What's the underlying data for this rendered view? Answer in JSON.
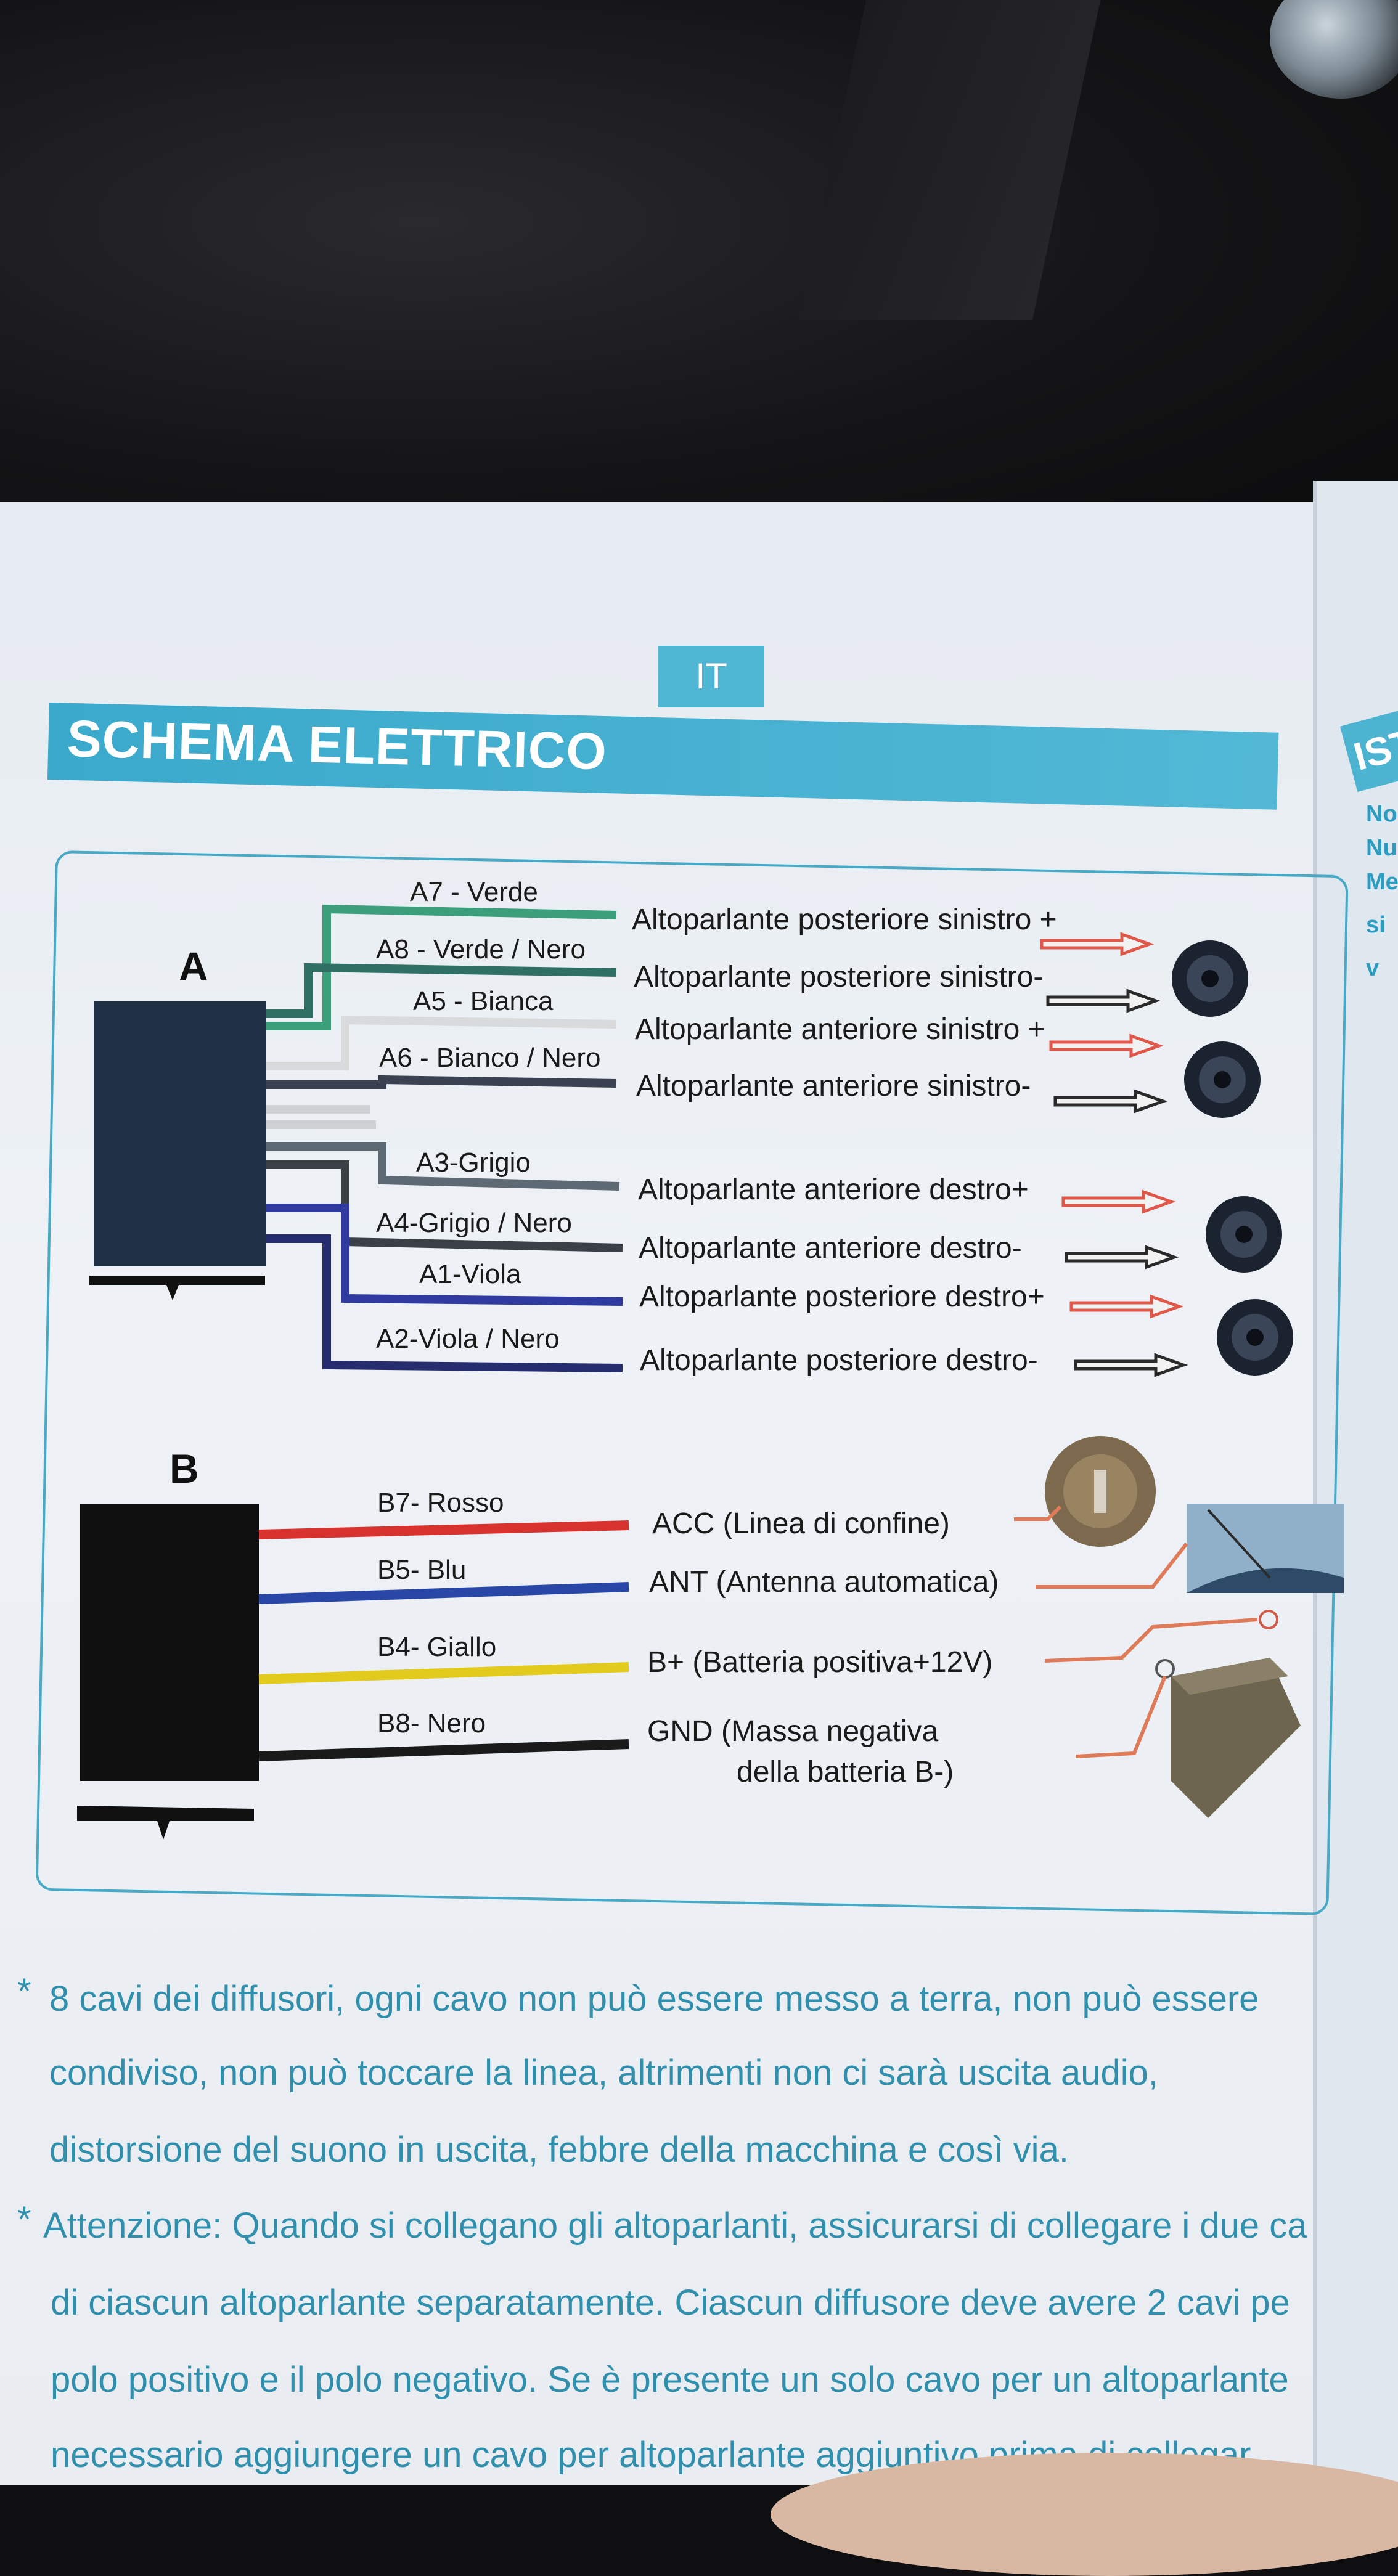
{
  "page": {
    "lang_badge": "IT",
    "title": "SCHEMA ELETTRICO"
  },
  "connector_a": {
    "letter": "A",
    "wires": [
      {
        "label": "A7 - Verde",
        "desc": "Altoparlante posteriore sinistro +",
        "color": "#3a9f7a",
        "polarity": "positive"
      },
      {
        "label": "A8 - Verde / Nero",
        "desc": "Altoparlante posteriore sinistro-",
        "color": "#2f6f64",
        "polarity": "negative"
      },
      {
        "label": "A5 - Bianca",
        "desc": "Altoparlante anteriore sinistro +",
        "color": "#d8dadc",
        "polarity": "positive"
      },
      {
        "label": "A6 - Bianco / Nero",
        "desc": "Altoparlante anteriore sinistro-",
        "color": "#3a4252",
        "polarity": "negative"
      },
      {
        "label": "A3-Grigio",
        "desc": "Altoparlante anteriore destro+",
        "color": "#5e6a73",
        "polarity": "positive"
      },
      {
        "label": "A4-Grigio / Nero",
        "desc": "Altoparlante anteriore destro-",
        "color": "#3a4046",
        "polarity": "negative"
      },
      {
        "label": "A1-Viola",
        "desc": "Altoparlante posteriore destro+",
        "color": "#2e3a9e",
        "polarity": "positive"
      },
      {
        "label": "A2-Viola / Nero",
        "desc": "Altoparlante posteriore destro-",
        "color": "#262d6e",
        "polarity": "negative"
      }
    ]
  },
  "connector_b": {
    "letter": "B",
    "wires": [
      {
        "label": "B7- Rosso",
        "desc": "ACC (Linea di confine)",
        "color": "#d8322e"
      },
      {
        "label": "B5- Blu",
        "desc": "ANT (Antenna automatica)",
        "color": "#2846a6"
      },
      {
        "label": "B4- Giallo",
        "desc": "B+ (Batteria positiva+12V)",
        "color": "#e3cb1e"
      },
      {
        "label": "B8- Nero",
        "desc": "GND (Massa negativa",
        "desc2": "della batteria  B-)",
        "color": "#1a1a1a"
      }
    ]
  },
  "icons": [
    "speaker-icon",
    "ignition-key-icon",
    "car-antenna-icon",
    "battery-icon"
  ],
  "colors": {
    "accent": "#4fb7d3",
    "arrow_positive": "#e0584a",
    "arrow_negative": "#2a2a2a",
    "note_text": "#2f8fad"
  },
  "notes": [
    {
      "star": "*",
      "line": "8 cavi dei diffusori, ogni cavo non può essere messo a terra, non può essere"
    },
    {
      "line": "condiviso, non può toccare la linea, altrimenti non ci sarà uscita audio,"
    },
    {
      "line": "distorsione del suono in uscita, febbre della macchina e così via."
    },
    {
      "star": "*",
      "line": "Attenzione: Quando si collegano gli altoparlanti, assicurarsi di collegare i due ca"
    },
    {
      "line": "di ciascun altoparlante separatamente. Ciascun diffusore deve avere 2 cavi pe"
    },
    {
      "line": "polo positivo e il polo negativo. Se è presente un solo cavo per un altoparlante"
    },
    {
      "line": "necessario aggiungere un cavo per altoparlante aggiuntivo prima di collegar"
    }
  ],
  "next_page": {
    "tab": "IST",
    "side_lines": [
      "Nom",
      "Nur",
      "Me",
      "si",
      "v"
    ]
  }
}
